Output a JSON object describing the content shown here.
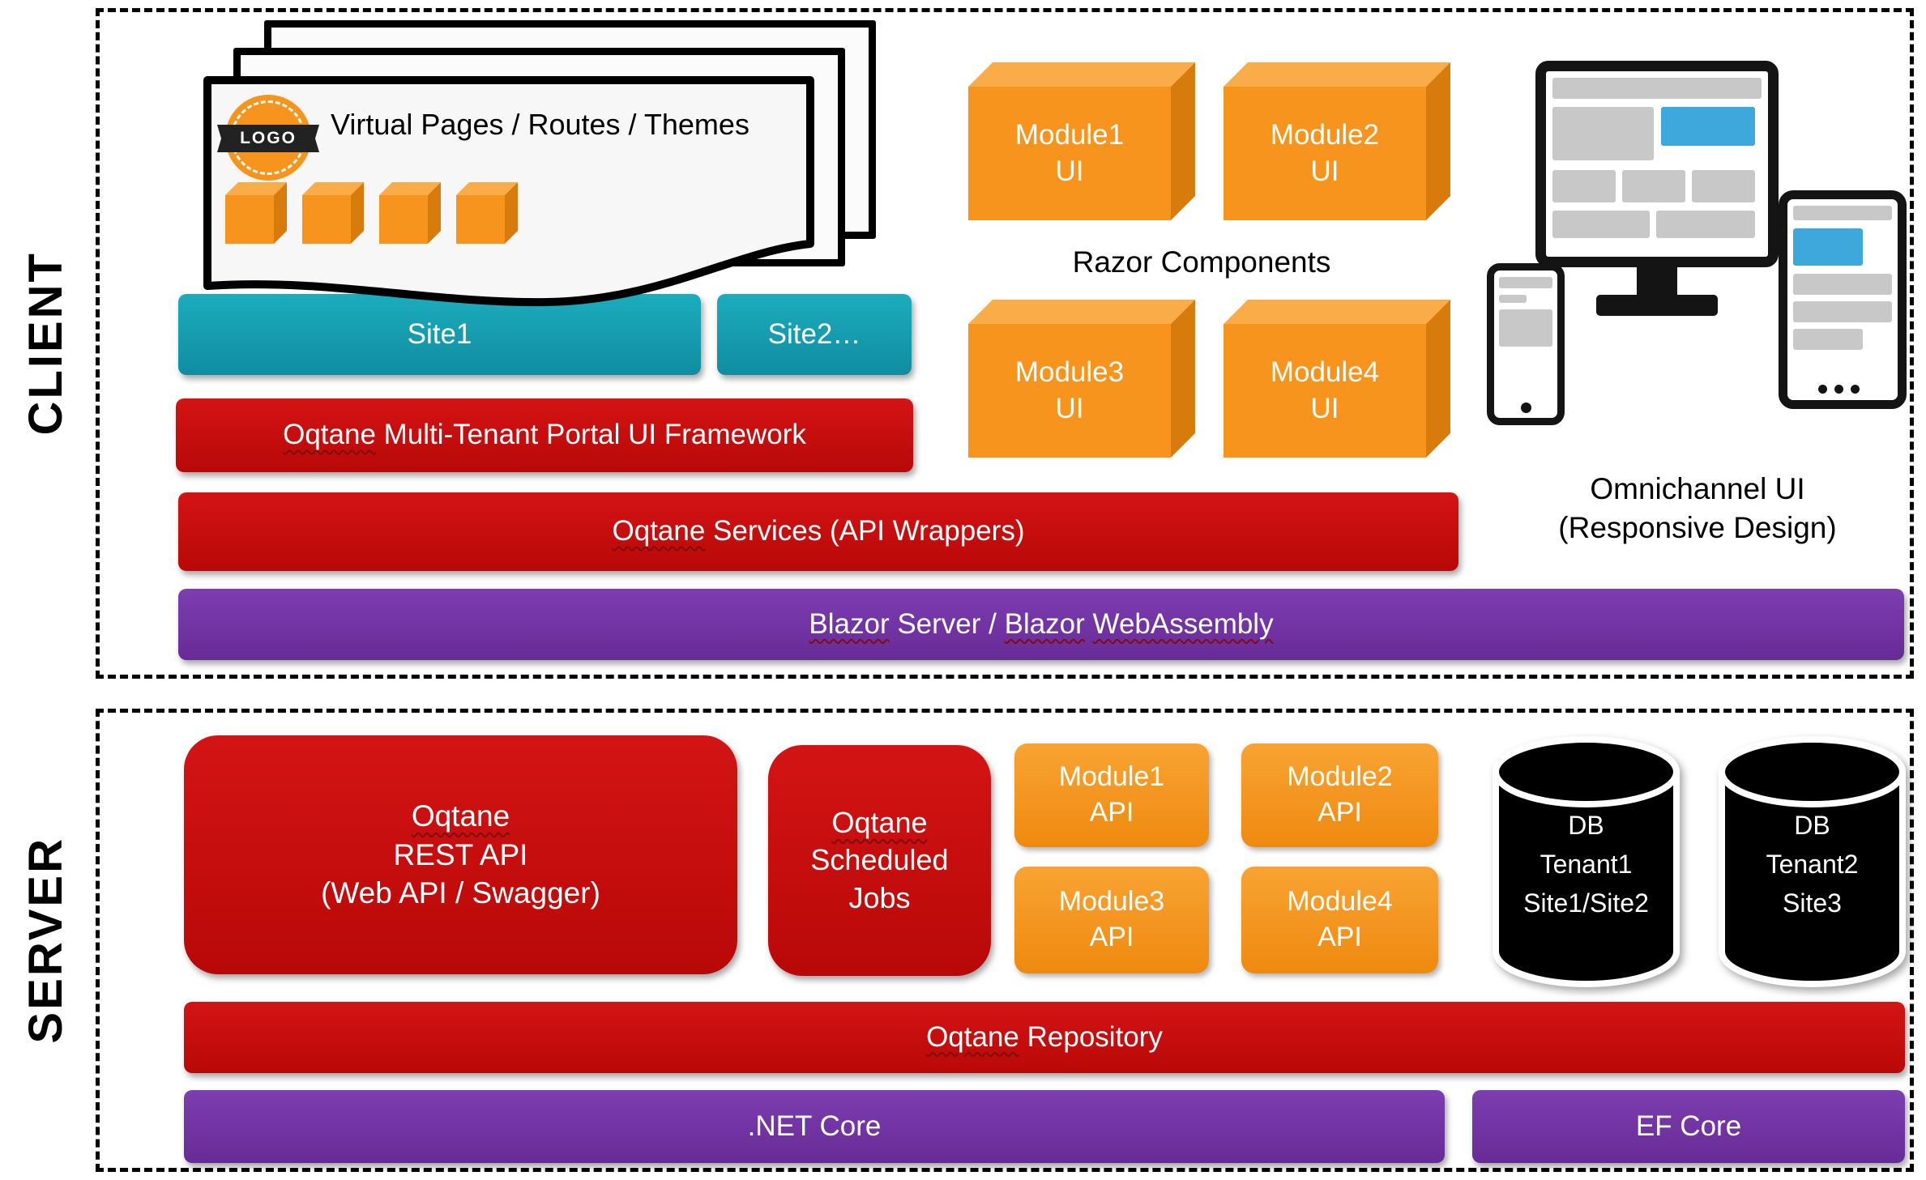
{
  "style": {
    "colors": {
      "red": "#C60D0D",
      "purple": "#7030A0",
      "teal": "#14A1B3",
      "orange": "#F7941E",
      "screen_blue": "#3EA7DB",
      "black": "#000000"
    },
    "underline_words": [
      "Oqtane",
      "Blazor",
      "WebAssembly"
    ]
  },
  "client": {
    "section_label": "CLIENT",
    "logo_text": "LOGO",
    "pages_title": "Virtual Pages / Routes / Themes",
    "site1_label": "Site1",
    "site2_label": "Site2…",
    "framework_bar": "Oqtane Multi-Tenant Portal UI Framework",
    "services_bar": "Oqtane Services (API Wrappers)",
    "blazor_bar": "Blazor Server / Blazor WebAssembly",
    "razor_components_label": "Razor Components",
    "module_ui_boxes": [
      "Module1\nUI",
      "Module2\nUI",
      "Module3\nUI",
      "Module4\nUI"
    ],
    "omnichannel_caption": "Omnichannel UI\n(Responsive Design)"
  },
  "server": {
    "section_label": "SERVER",
    "rest_api_box": "Oqtane\nREST API\n(Web API / Swagger)",
    "scheduled_jobs_box": "Oqtane\nScheduled\nJobs",
    "module_api_boxes": [
      "Module1\nAPI",
      "Module2\nAPI",
      "Module3\nAPI",
      "Module4\nAPI"
    ],
    "db1_label": "DB\nTenant1\nSite1/Site2",
    "db2_label": "DB\nTenant2\nSite3",
    "repository_bar": "Oqtane Repository",
    "net_core_bar": ".NET Core",
    "ef_core_bar": "EF Core"
  }
}
